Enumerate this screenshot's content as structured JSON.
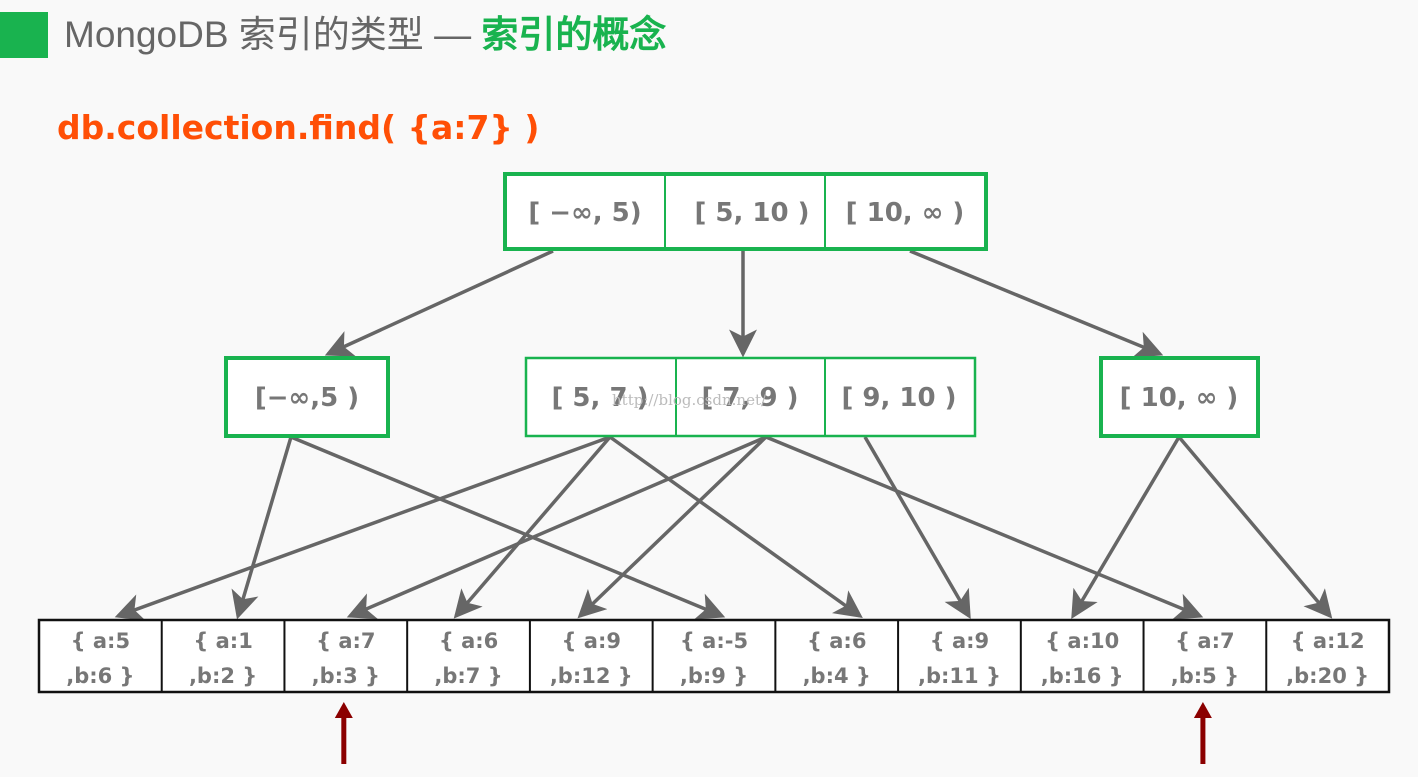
{
  "header": {
    "title_main": "MongoDB 索引的类型 — ",
    "title_highlight": "索引的概念"
  },
  "query": "db.collection.find( {a:7} )",
  "colors": {
    "accent_green": "#19b34f",
    "query_orange": "#ff4f06",
    "edge_gray": "#666666",
    "match_arrow": "#8b0000"
  },
  "tree": {
    "root": {
      "keys": [
        "[ −∞, 5)",
        "[ 5,  10 )",
        "[ 10, ∞ )"
      ]
    },
    "level1": [
      {
        "keys": [
          "[−∞,5 )"
        ]
      },
      {
        "keys": [
          "[ 5, 7 )",
          "[ 7, 9 )",
          "[ 9, 10 )"
        ]
      },
      {
        "keys": [
          "[ 10, ∞ )"
        ]
      }
    ]
  },
  "documents": [
    {
      "line1": "{  a:5",
      "line2": ",b:6  }"
    },
    {
      "line1": "{  a:1",
      "line2": ",b:2  }"
    },
    {
      "line1": "{  a:7",
      "line2": ",b:3  }"
    },
    {
      "line1": "{  a:6",
      "line2": ",b:7  }"
    },
    {
      "line1": "{  a:9",
      "line2": ",b:12  }"
    },
    {
      "line1": "{  a:-5",
      "line2": ",b:9  }"
    },
    {
      "line1": "{  a:6",
      "line2": ",b:4  }"
    },
    {
      "line1": "{  a:9",
      "line2": ",b:11  }"
    },
    {
      "line1": "{  a:10",
      "line2": ",b:16  }"
    },
    {
      "line1": "{  a:7",
      "line2": ",b:5  }"
    },
    {
      "line1": "{  a:12",
      "line2": ",b:20 }"
    }
  ],
  "pointers": [
    {
      "from": "l1.0",
      "to_doc": 1
    },
    {
      "from": "l1.0",
      "to_doc": 5
    },
    {
      "from": "l1.1.0",
      "to_doc": 0
    },
    {
      "from": "l1.1.0",
      "to_doc": 3
    },
    {
      "from": "l1.1.0",
      "to_doc": 6
    },
    {
      "from": "l1.1.1",
      "to_doc": 2
    },
    {
      "from": "l1.1.1",
      "to_doc": 4
    },
    {
      "from": "l1.1.1",
      "to_doc": 9
    },
    {
      "from": "l1.1.2",
      "to_doc": 7
    },
    {
      "from": "l1.2",
      "to_doc": 8
    },
    {
      "from": "l1.2",
      "to_doc": 10
    }
  ],
  "matches": [
    2,
    9
  ],
  "watermark": "http://blog.csdn.net/"
}
